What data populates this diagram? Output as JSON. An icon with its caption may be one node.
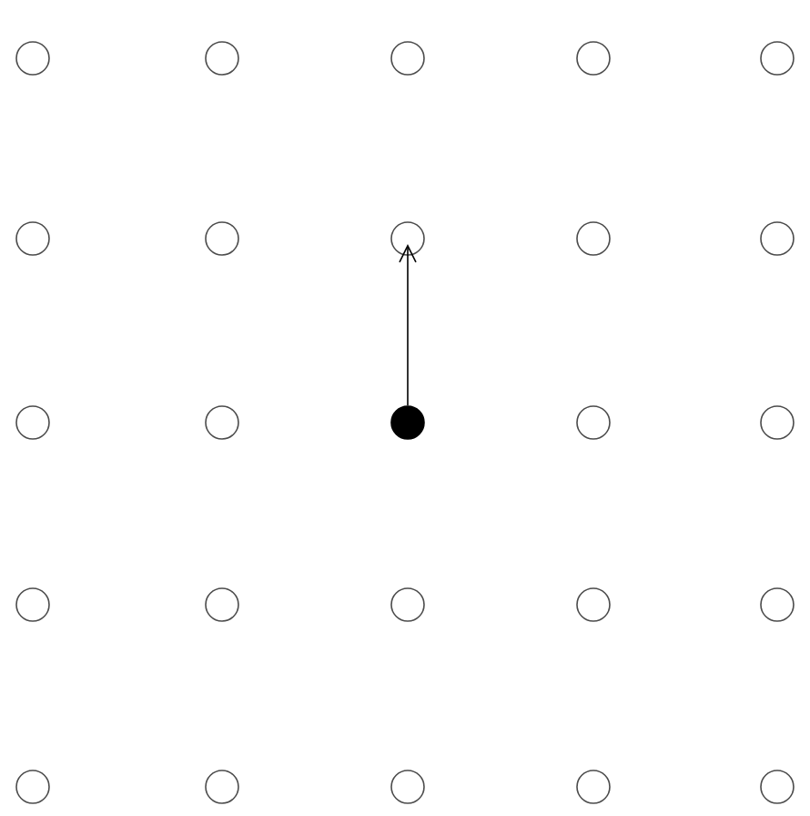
{
  "diagram": {
    "nodes": [
      {
        "text": [],
        "shape": "circle"
      },
      {
        "text": [],
        "shape": "circle"
      },
      {
        "text": [],
        "shape": "circle"
      },
      {
        "text": [],
        "shape": "circle"
      },
      {
        "text": [],
        "shape": "circle"
      },
      {
        "text": [],
        "shape": "circle"
      },
      {
        "text": [],
        "shape": "circle"
      },
      {
        "text": [],
        "shape": "circle"
      },
      {
        "text": [],
        "shape": "circle"
      },
      {
        "text": [],
        "shape": "circle"
      },
      {
        "text": [],
        "shape": "circle"
      },
      {
        "text": [],
        "shape": "circle"
      },
      {
        "text": [],
        "shape": "dot"
      },
      {
        "text": [],
        "shape": "circle"
      },
      {
        "text": [],
        "shape": "circle"
      },
      {
        "text": [],
        "shape": "circle"
      },
      {
        "text": [],
        "shape": "circle"
      },
      {
        "text": [],
        "shape": "circle"
      },
      {
        "text": [],
        "shape": "circle"
      },
      {
        "text": [],
        "shape": "circle"
      },
      {
        "text": [],
        "shape": "circle"
      },
      {
        "text": [],
        "shape": "circle"
      },
      {
        "text": [],
        "shape": "circle"
      },
      {
        "text": [],
        "shape": "circle"
      },
      {
        "text": [],
        "shape": "circle"
      }
    ],
    "edges": [
      {
        "from": 12,
        "to": 7,
        "arrow": "to"
      }
    ]
  }
}
